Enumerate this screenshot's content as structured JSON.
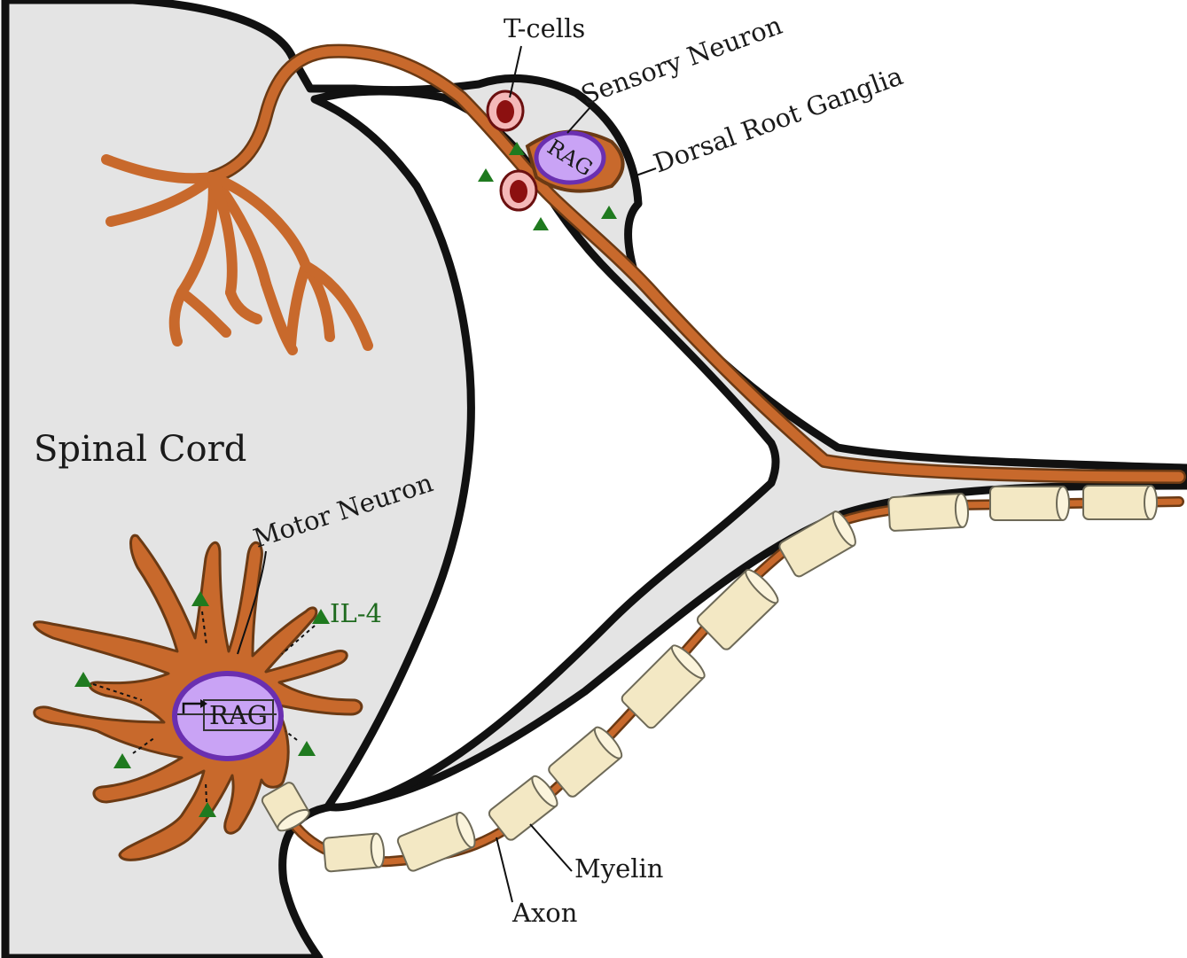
{
  "labels": {
    "spinal_cord": "Spinal Cord",
    "t_cells": "T-cells",
    "sensory_neuron": "Sensory Neuron",
    "dorsal_root_ganglia": "Dorsal Root Ganglia",
    "rag_sensory": "RAG",
    "motor_neuron": "Motor Neuron",
    "il4": "IL-4",
    "rag_motor": "RAG",
    "myelin": "Myelin",
    "axon": "Axon"
  },
  "colors": {
    "tissue_fill": "#e4e4e4",
    "outline": "#111111",
    "neuron": "#c8692c",
    "neuron_outline": "#6b3a14",
    "nucleus": "#c9a3f5",
    "nucleus_outline": "#6a2fb0",
    "myelin": "#f3e8c4",
    "myelin_outline": "#6e6a58",
    "tcell": "#f4b8b8",
    "tcell_core": "#8c1010",
    "il4_marker": "#1f7a1f"
  },
  "icons": {
    "il4_marker": "triangle",
    "promoter": "bent-arrow-icon"
  }
}
